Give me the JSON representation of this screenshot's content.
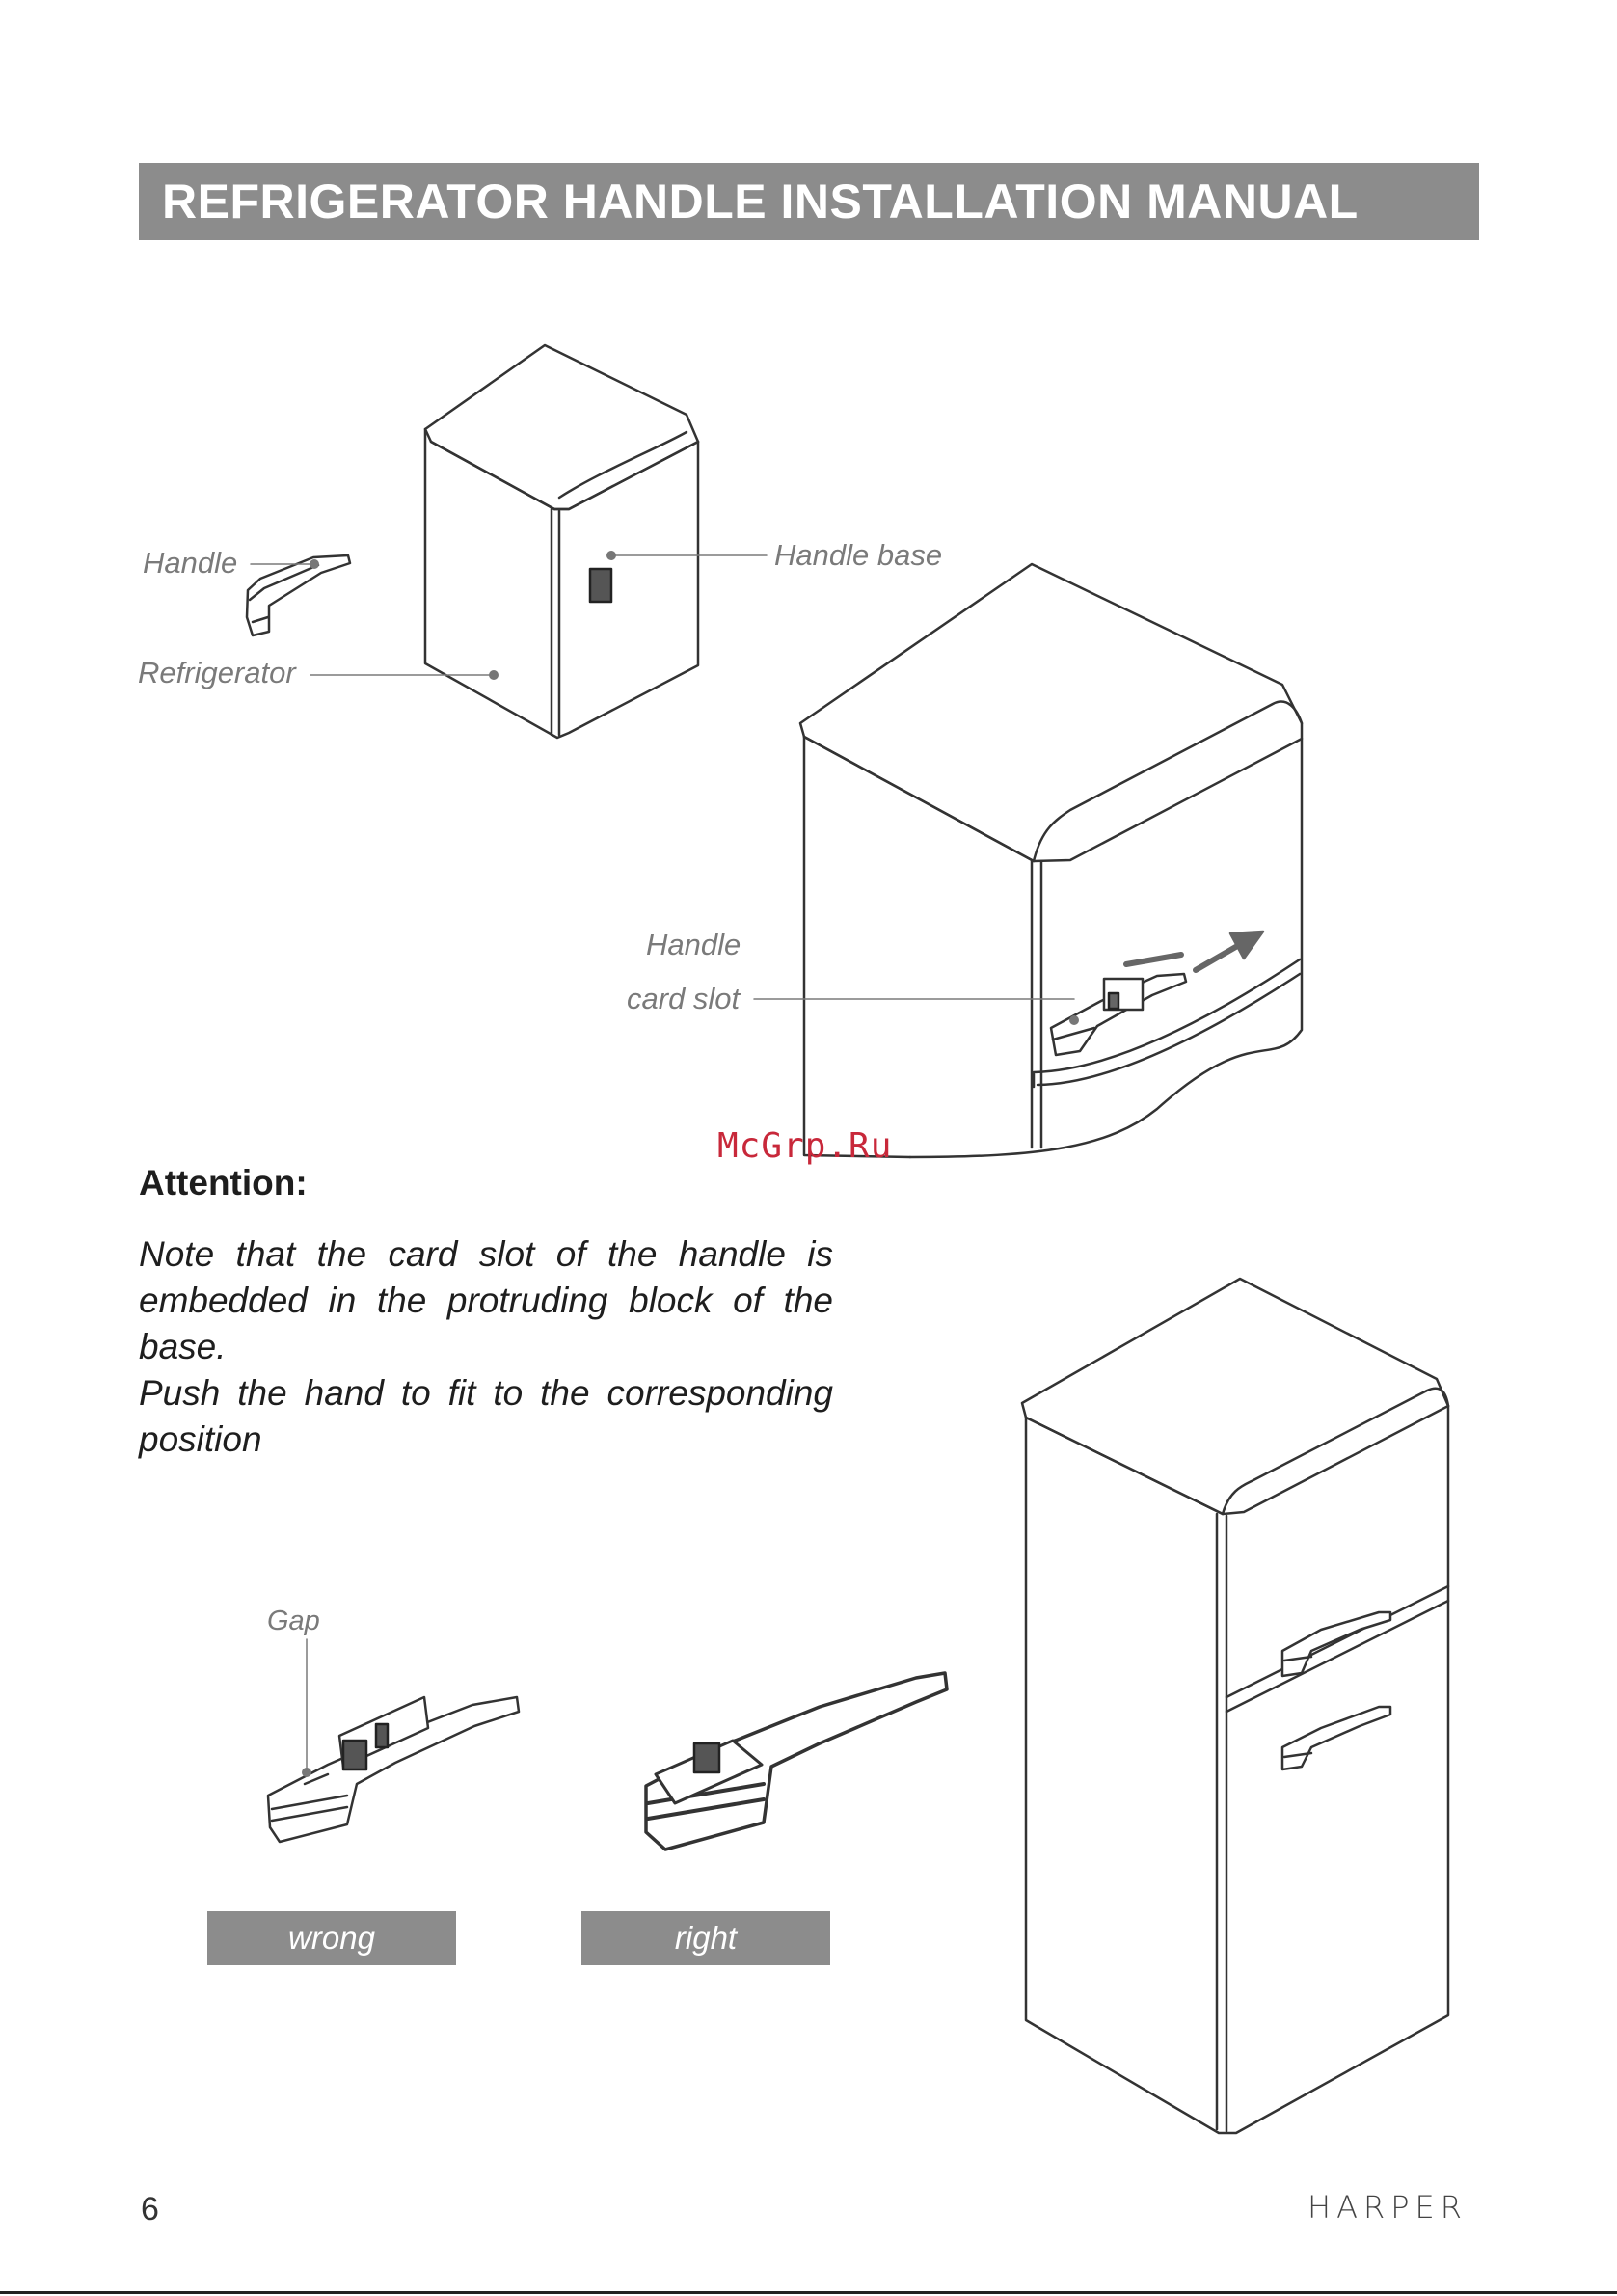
{
  "header": {
    "title": "REFRIGERATOR HANDLE INSTALLATION MANUAL"
  },
  "diagram_labels": {
    "handle": "Handle",
    "refrigerator": "Refrigerator",
    "handle_base": "Handle base",
    "handle_card_slot_line1": "Handle",
    "handle_card_slot_line2": "card slot",
    "gap": "Gap"
  },
  "watermark": "McGrp.Ru",
  "attention": {
    "heading": "Attention:",
    "paragraph1": "Note that the card slot of the handle is embedded in the protruding block of the base.",
    "paragraph2": "Push the hand to fit to the corresponding position"
  },
  "tags": {
    "wrong": "wrong",
    "right": "right"
  },
  "footer": {
    "page_number": "6",
    "brand": "HARPER"
  },
  "colors": {
    "title_bar": "#8c8c8c",
    "label_gray": "#7a7a7a",
    "watermark": "#c8283a"
  }
}
